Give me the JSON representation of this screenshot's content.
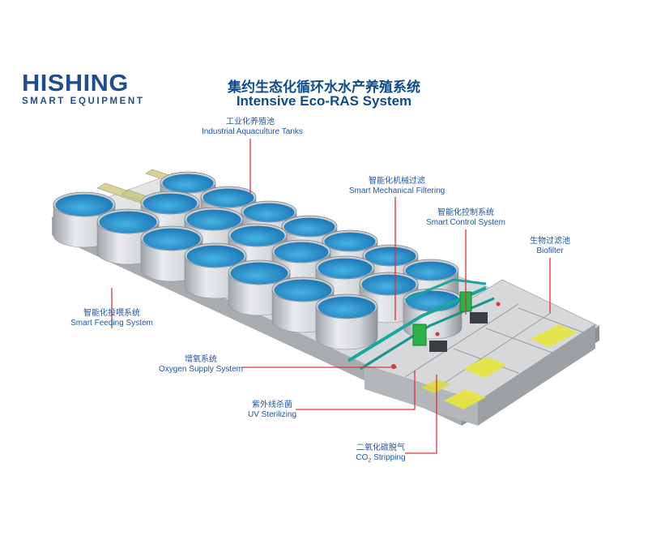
{
  "brand": {
    "name": "HISHING",
    "tagline": "SMART EQUIPMENT",
    "color": "#1f4e8c"
  },
  "title": {
    "zh": "集约生态化循环水水产养殖系统",
    "en": "Intensive Eco-RAS  System"
  },
  "labels": {
    "tanks": {
      "zh": "工业化养殖池",
      "en": "Industrial Aquaculture Tanks"
    },
    "mechanical": {
      "zh": "智能化机械过滤",
      "en": "Smart Mechanical Filtering"
    },
    "control": {
      "zh": "智能化控制系统",
      "en": "Smart Control System"
    },
    "biofilter": {
      "zh": "生物过滤池",
      "en": "Biofilter"
    },
    "feeding": {
      "zh": "智能化投喂系统",
      "en": "Smart Feeding System"
    },
    "oxygen": {
      "zh": "增氧系统",
      "en": "Oxygen Supply System"
    },
    "uv": {
      "zh": "紫外线杀菌",
      "en": "UV Sterilizing"
    },
    "co2": {
      "zh": "二氧化碳脱气",
      "en": "CO",
      "en_sub": "2",
      "en_tail": " Stripping"
    }
  },
  "colors": {
    "label_text": "#1f55a5",
    "leader_line": "#e0303a",
    "water": "#2a8fc9",
    "pipe": "#18a7a0"
  }
}
